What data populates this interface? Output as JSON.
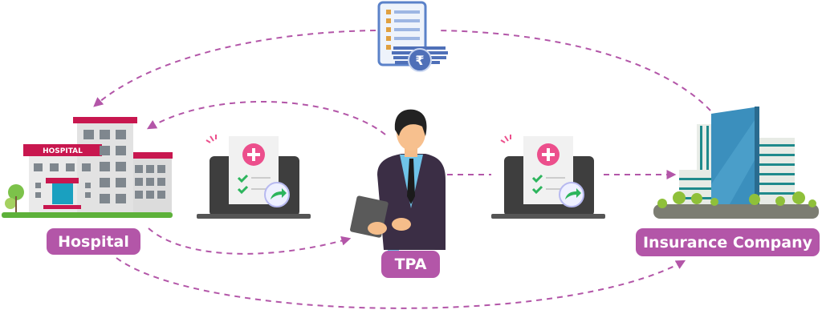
{
  "nodes": {
    "hospital": {
      "label": "Hospital",
      "sign_text": "HOSPITAL"
    },
    "tpa": {
      "label": "TPA"
    },
    "insurance": {
      "label": "Insurance Company"
    }
  },
  "colors": {
    "accent": "#b356a8",
    "hospital_red": "#c8174f",
    "suit": "#3b2e45",
    "glass_blue": "#3b8fbd",
    "plus_pink": "#ec4f8c",
    "check_green": "#2db55d"
  },
  "icons": {
    "claim_document": "checklist-with-rupee-coins-icon",
    "currency": "₹",
    "laptop_document": "laptop-medical-claim-form-icon"
  }
}
